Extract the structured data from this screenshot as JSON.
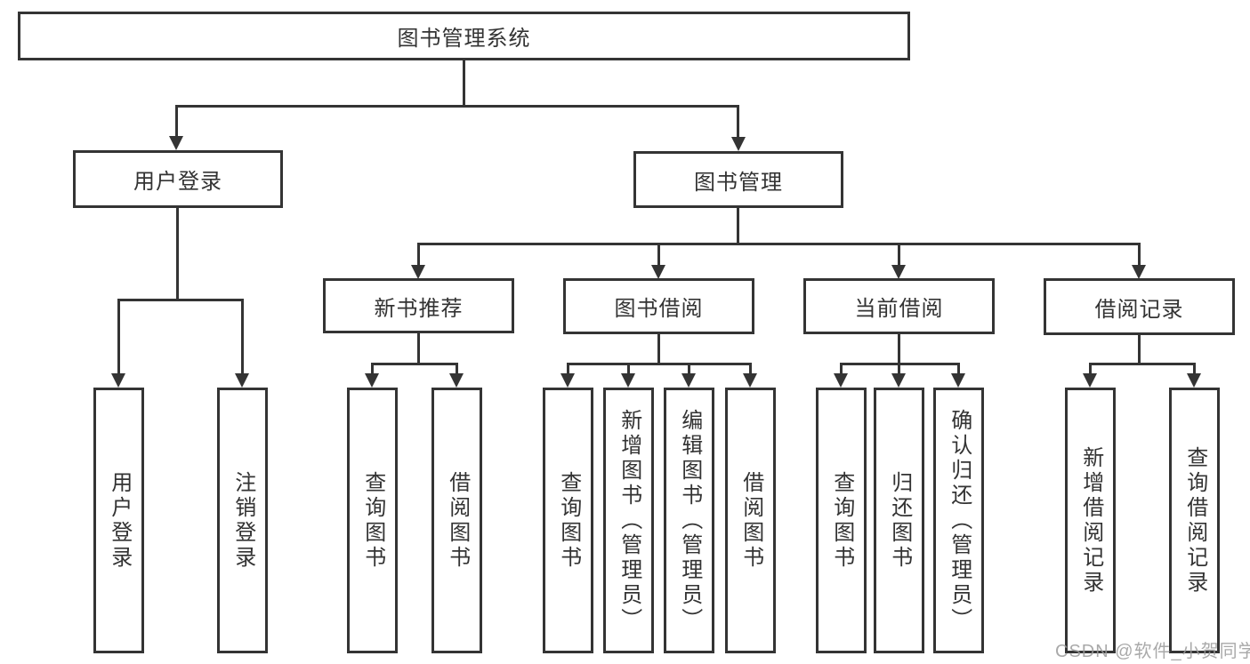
{
  "tree": {
    "label": "图书管理系统",
    "children": [
      {
        "label": "用户登录",
        "children": [
          {
            "label": "用户登录"
          },
          {
            "label": "注销登录"
          }
        ]
      },
      {
        "label": "图书管理",
        "children": [
          {
            "label": "新书推荐",
            "children": [
              {
                "label": "查询图书"
              },
              {
                "label": "借阅图书"
              }
            ]
          },
          {
            "label": "图书借阅",
            "children": [
              {
                "label": "查询图书"
              },
              {
                "label": "新增图书（管理员）"
              },
              {
                "label": "编辑图书（管理员）"
              },
              {
                "label": "借阅图书"
              }
            ]
          },
          {
            "label": "当前借阅",
            "children": [
              {
                "label": "查询图书"
              },
              {
                "label": "归还图书"
              },
              {
                "label": "确认归还（管理员）"
              }
            ]
          },
          {
            "label": "借阅记录",
            "children": [
              {
                "label": "新增借阅记录"
              },
              {
                "label": "查询借阅记录"
              }
            ]
          }
        ]
      }
    ]
  },
  "colors": {
    "line": "#343434",
    "text": "#333333",
    "watermark": "#9b9b9b",
    "background": "#ffffff"
  },
  "watermark": "CSDN @软件_小贺同学"
}
